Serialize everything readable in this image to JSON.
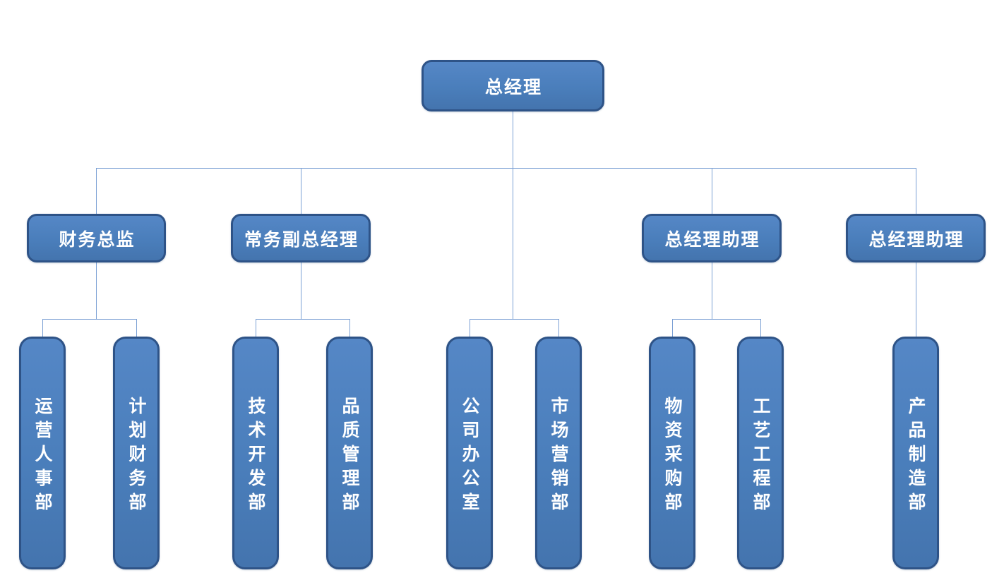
{
  "org": {
    "root": {
      "label": "总经理"
    },
    "branches": [
      {
        "manager": "财务总监",
        "departments": [
          "运营人事部",
          "计划财务部"
        ]
      },
      {
        "manager": "常务副总经理",
        "departments": [
          "技术开发部",
          "品质管理部"
        ]
      },
      {
        "manager": "",
        "departments": [
          "公司办公室",
          "市场营销部"
        ]
      },
      {
        "manager": "总经理助理",
        "departments": [
          "物资采购部",
          "工艺工程部"
        ]
      },
      {
        "manager": "总经理助理",
        "departments": [
          "产品制造部"
        ]
      }
    ]
  },
  "colors": {
    "page_bg": "#ffffff",
    "node_fill": "#4a7ebb",
    "node_fill_top": "#5587c6",
    "node_fill_bottom": "#4474ae",
    "node_border": "#2e5387",
    "node_text": "#ffffff",
    "connector": "#7ba0d4"
  }
}
